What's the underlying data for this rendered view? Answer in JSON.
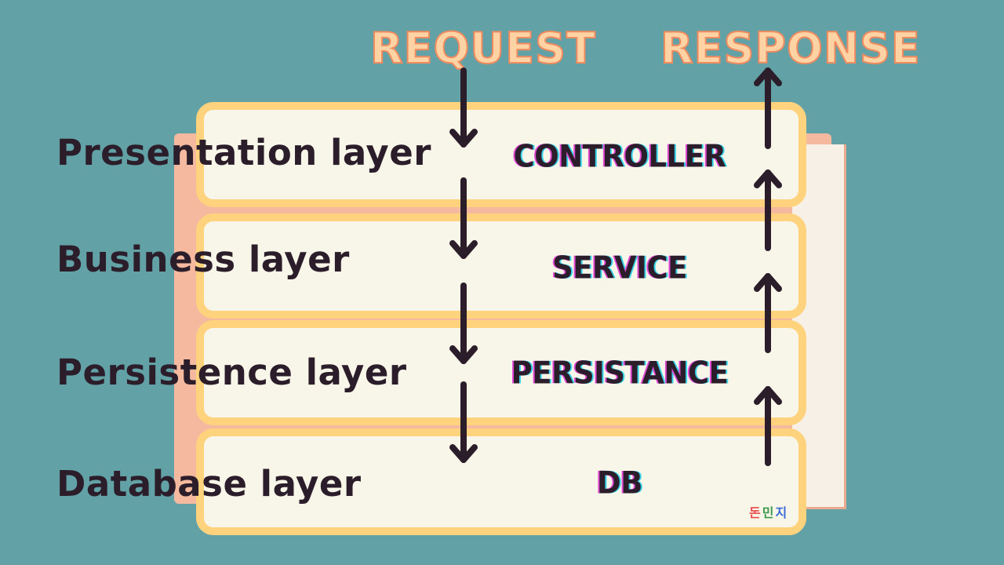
{
  "flow": {
    "request_label": "REQUEST",
    "response_label": "RESPONSE"
  },
  "layers": [
    {
      "label": "Presentation layer",
      "component": "CONTROLLER"
    },
    {
      "label": "Business layer",
      "component": "SERVICE"
    },
    {
      "label": "Persistence layer",
      "component": "PERSISTANCE"
    },
    {
      "label": "Database layer",
      "component": "DB"
    }
  ],
  "watermark": {
    "chars": [
      "돈",
      "민",
      "지"
    ]
  },
  "colors": {
    "background": "#62a2a7",
    "layer_fill": "#f8f5e9",
    "layer_border": "#ffd37e",
    "text_dark": "#2b1e2a",
    "title_fill": "#ffd3a4",
    "title_stroke": "#f08b5f",
    "back_panel": "#f5b9a0"
  }
}
